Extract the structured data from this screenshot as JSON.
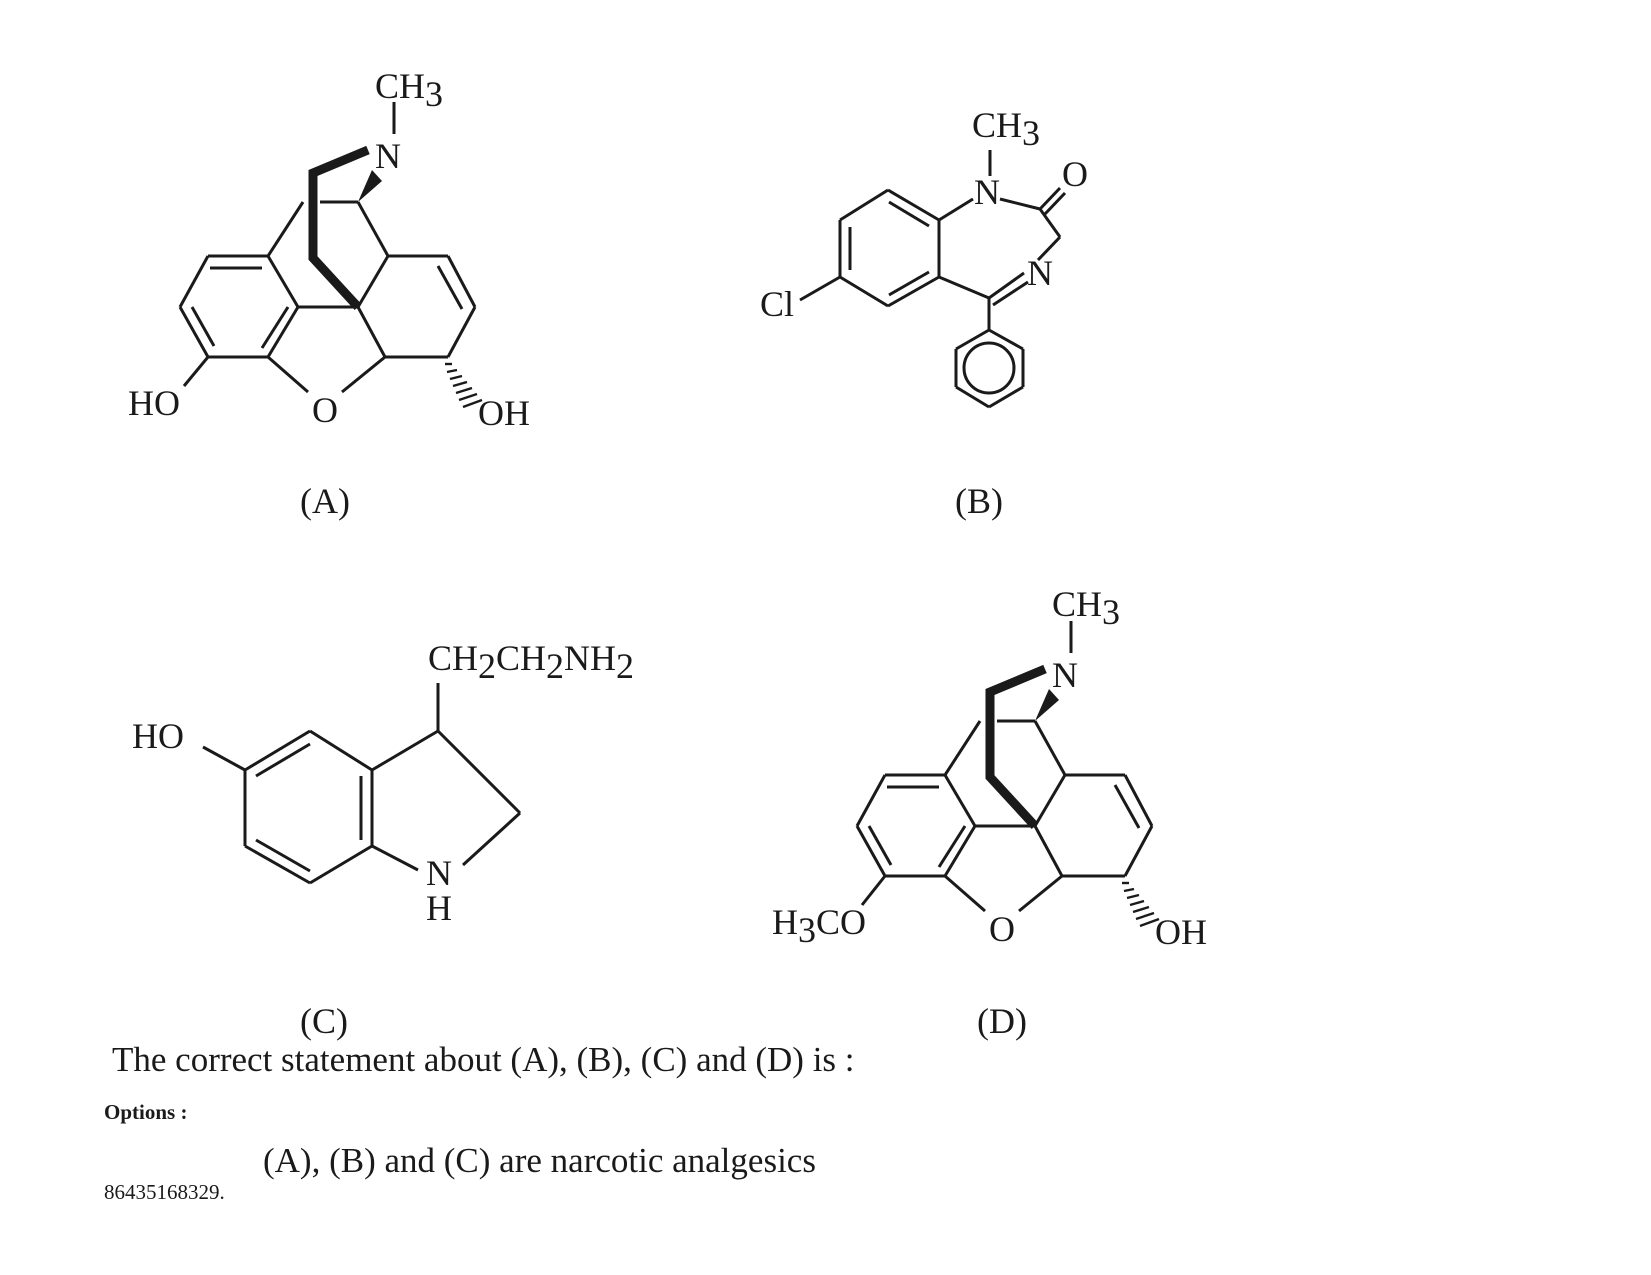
{
  "structures": {
    "a": {
      "caption": "(A)",
      "labels": {
        "ch": "CH",
        "n": "N",
        "ho": "HO",
        "o": "O",
        "oh": "OH"
      }
    },
    "b": {
      "caption": "(B)",
      "labels": {
        "ch": "CH",
        "n1": "N",
        "n2": "N",
        "o": "O",
        "cl": "Cl"
      }
    },
    "c": {
      "caption": "(C)",
      "labels": {
        "ho": "HO",
        "n": "N",
        "h": "H"
      }
    },
    "d": {
      "caption": "(D)",
      "labels": {
        "ch": "CH",
        "n": "N",
        "h3co": "H",
        "co": "CO",
        "o": "O",
        "oh": "OH"
      }
    }
  },
  "question": "The correct statement about (A), (B), (C) and  (D) is :",
  "options": {
    "heading": "Options :",
    "items": [
      {
        "id": "86435168329.",
        "text": "(A), (B) and (C) are narcotic analgesics"
      }
    ]
  }
}
